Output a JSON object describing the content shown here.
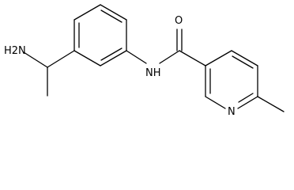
{
  "molecule": {
    "atoms": {
      "amine": "H2N",
      "amide_n": "NH",
      "carbonyl_o": "O",
      "pyridine_n": "N"
    }
  }
}
